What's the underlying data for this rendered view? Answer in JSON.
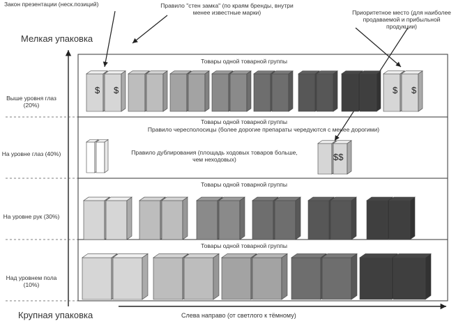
{
  "top_annotations": {
    "presentation_law": "Закон презентации (неск.позиций)",
    "castle_wall_rule": "Правило \"стен замка\" (по краям бренды, внутри менее известные марки)",
    "priority_place": "Приоритетное место (для наиболее продаваемой и прибыльной продукции)"
  },
  "vertical_axis": {
    "top_label": "Мелкая упаковка",
    "bottom_label": "Крупная упаковка"
  },
  "horizontal_axis": {
    "label": "Слева направо (от светлого к тёмному)"
  },
  "levels": [
    {
      "label": "Выше уровня глаз (20%)"
    },
    {
      "label": "На уровне глаз (40%)"
    },
    {
      "label": "На уровне рук (30%)"
    },
    {
      "label": "Над уровнем пола (10%)"
    }
  ],
  "shelves": {
    "shelf1_title": "Товары одной товарной группы",
    "shelf2_title": "Товары одной товарной группы",
    "shelf2_rule_stripes": "Правило чересполосицы (более дорогие препараты чередуются с менее дорогими)",
    "shelf2_rule_duplication": "Правило дублирования (площадь ходовых товаров больше, чем неходовых)",
    "shelf3_title": "Товары одной товарной группы",
    "shelf4_title": "Товары одной товарной группы"
  },
  "product_symbols": {
    "dollar": "$",
    "double_dollar": "$$"
  },
  "colors": {
    "shade_1": "#d6d6d6",
    "shade_2": "#bdbdbd",
    "shade_3": "#a3a3a3",
    "shade_4": "#8a8a8a",
    "shade_5": "#6e6e6e",
    "shade_6": "#575757",
    "shade_7": "#3f3f3f"
  }
}
